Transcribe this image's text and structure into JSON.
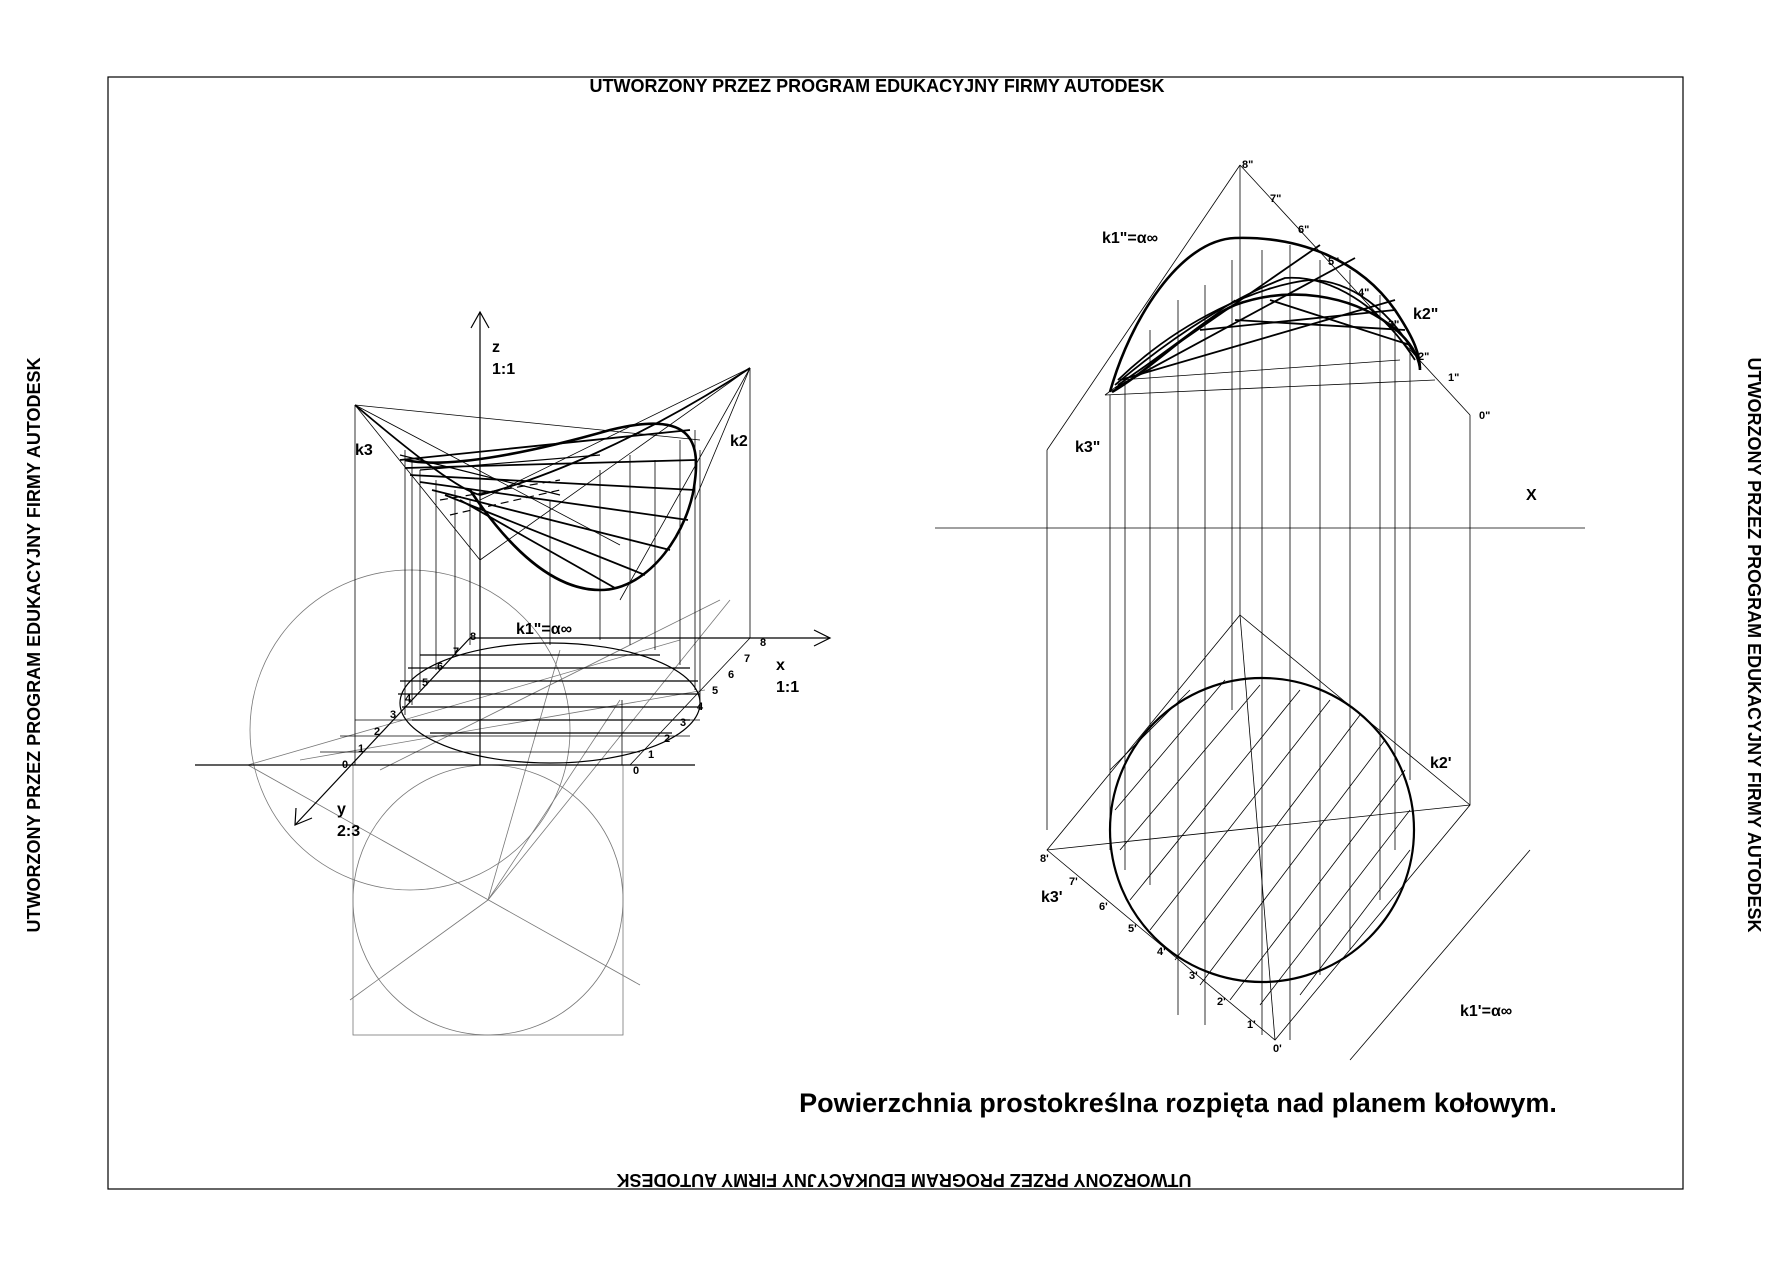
{
  "watermark": "UTWORZONY PRZEZ PROGRAM EDUKACYJNY FIRMY AUTODESK",
  "title": "Powierzchnia prostokreślna rozpięta nad planem kołowym.",
  "axonometric": {
    "axis_z": "z",
    "scale_z": "1:1",
    "axis_x": "x",
    "scale_x": "1:1",
    "axis_y": "y",
    "scale_y": "2:3",
    "curve_k3": "k3",
    "curve_k2": "k2",
    "curve_k1": "k1\"=α∞",
    "y_ticks": [
      "0",
      "1",
      "2",
      "3",
      "4",
      "5",
      "6",
      "7",
      "8"
    ],
    "x_ticks": [
      "0",
      "1",
      "2",
      "3",
      "4",
      "5",
      "6",
      "7",
      "8"
    ]
  },
  "monge": {
    "axis_x": "X",
    "k1_front": "k1\"=α∞",
    "k2_front": "k2\"",
    "k3_front": "k3\"",
    "k1_top": "k1'=α∞",
    "k2_top": "k2'",
    "k3_top": "k3'",
    "front_ticks": [
      "0\"",
      "1\"",
      "2\"",
      "3\"",
      "4\"",
      "5\"",
      "6\"",
      "7\"",
      "8\""
    ],
    "top_ticks": [
      "0'",
      "1'",
      "2'",
      "3'",
      "4'",
      "5'",
      "6'",
      "7'",
      "8'"
    ]
  }
}
